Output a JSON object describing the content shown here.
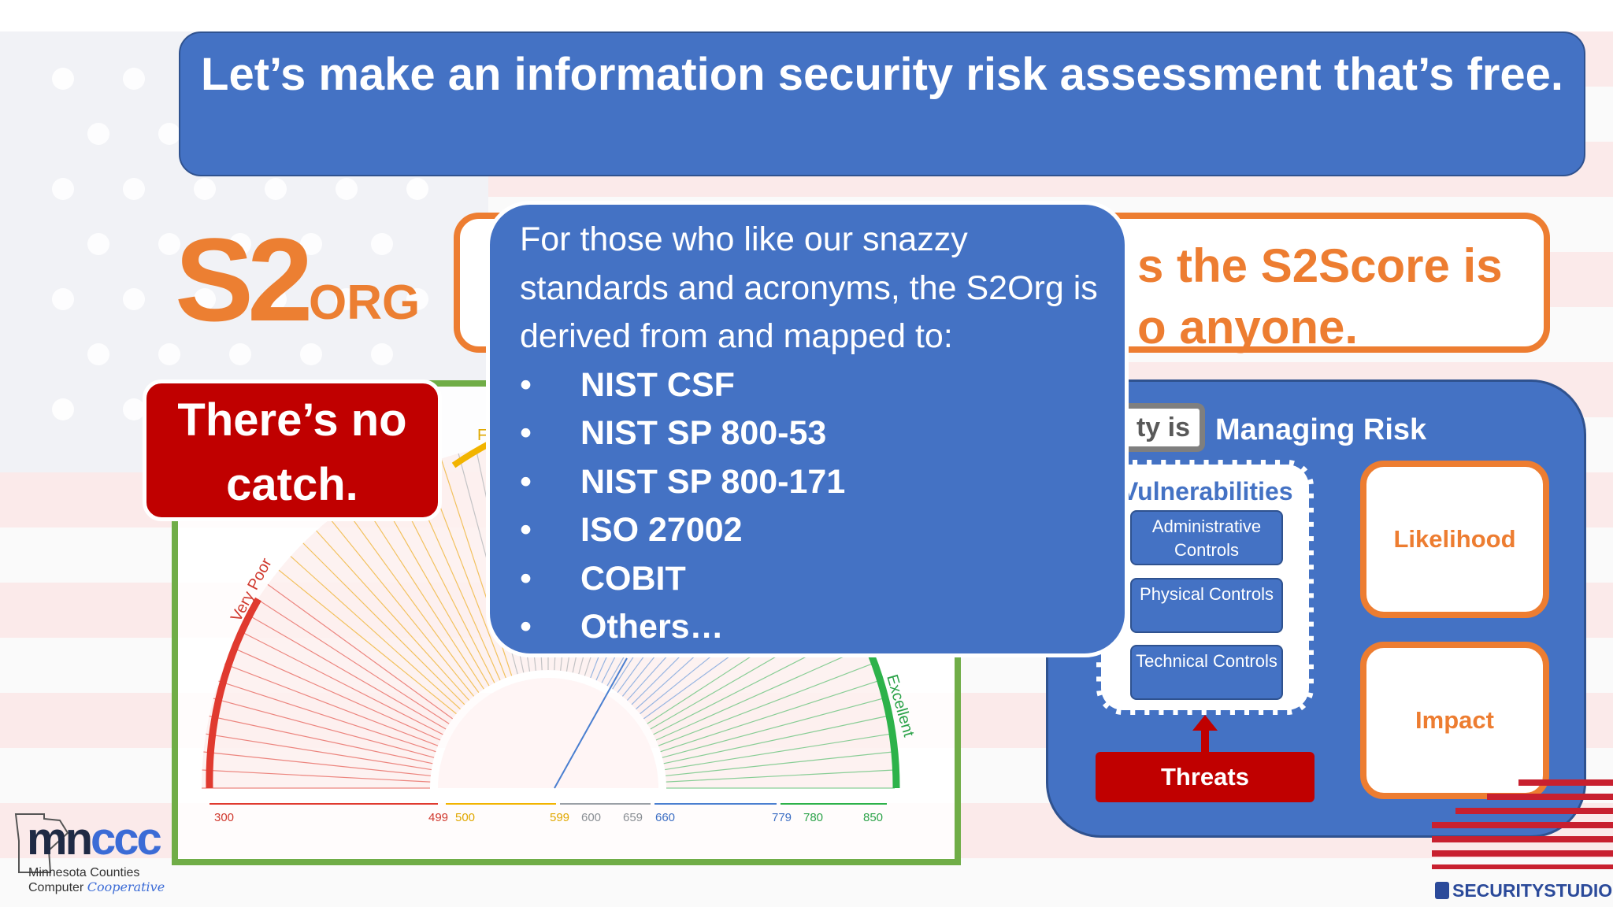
{
  "slide": {
    "title": "Let’s make an information security risk assessment that’s free.",
    "logo": {
      "s2": "S2",
      "org": "ORG"
    },
    "s2score_statement": {
      "line1": "s the S2Score is",
      "line2": "o anyone."
    },
    "no_catch": "There’s no catch.",
    "callout": {
      "intro": "For those who like our snazzy standards and acronyms, the S2Org is derived from and mapped to:",
      "items": [
        "NIST CSF",
        "NIST SP 800-53",
        "NIST SP 800-171",
        "ISO 27002",
        "COBIT",
        "Others…"
      ]
    },
    "risk_diagram": {
      "security_tag": "ty is",
      "heading": "Managing Risk",
      "vulnerabilities_title": "Vulnerabilities",
      "controls": [
        "Administrative Controls",
        "Physical Controls",
        "Technical Controls"
      ],
      "threats": "Threats",
      "likelihood": "Likelihood",
      "impact": "Impact"
    },
    "gauge": {
      "labels": {
        "very_poor": "Very Poor",
        "excellent": "Excellent"
      },
      "ticks": [
        "300",
        "499",
        "500",
        "599",
        "600",
        "659",
        "660",
        "779",
        "780",
        "850"
      ],
      "partial_label": "F"
    },
    "footer": {
      "mnccc": {
        "mn": "mn",
        "ccc": "ccc",
        "line1": "Minnesota Counties",
        "line2a": "Computer",
        "line2b": "Cooperative"
      },
      "securitystudio": "SECURITYSTUDIO"
    }
  },
  "colors": {
    "blue": "#4472c4",
    "orange": "#ed7d31",
    "red": "#c00000",
    "green": "#70ad47"
  }
}
